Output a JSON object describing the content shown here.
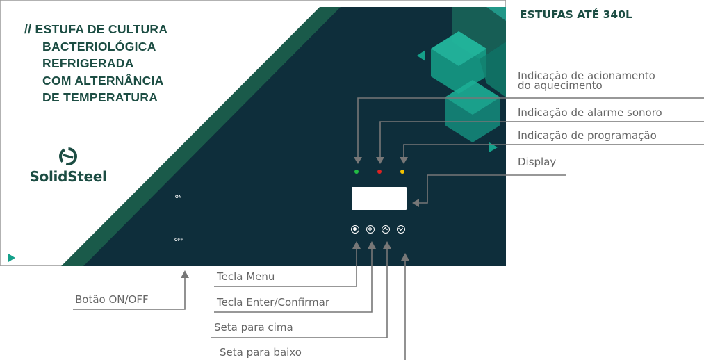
{
  "colors": {
    "panel_dark": "#0e2e3b",
    "panel_green": "#1a5a4a",
    "accent_teal": "#15a08a",
    "title_green": "#1c4d43",
    "callout_gray": "#666666",
    "led_green": "#22bb44",
    "led_red": "#dd2222",
    "led_yellow": "#f2c200"
  },
  "header": {
    "title": "ESTUFAS ATÉ 340L"
  },
  "panel": {
    "title_prefix": "//",
    "title_lines": [
      "ESTUFA DE CULTURA",
      "BACTERIOLÓGICA",
      "REFRIGERADA",
      "COM ALTERNÂNCIA",
      "DE TEMPERATURA"
    ],
    "brand": "SolidSteel",
    "switch_on": "ON",
    "switch_off": "OFF",
    "icons": {
      "logo": "solidsteel-logo-icon",
      "play": "play-triangle-icon",
      "menu_key": "menu-key-icon",
      "enter_key": "enter-key-icon",
      "up_key": "up-arrow-key-icon",
      "down_key": "down-arrow-key-icon"
    }
  },
  "callouts": {
    "heating_line1": "Indicação de acionamento",
    "heating_line2": "do aquecimento",
    "alarm": "Indicação de alarme sonoro",
    "programming": "Indicação de programação",
    "display": "Display",
    "menu_key": "Tecla Menu",
    "enter_key": "Tecla Enter/Confirmar",
    "up_arrow": "Seta para cima",
    "down_arrow": "Seta para baixo",
    "on_off": "Botão ON/OFF"
  }
}
